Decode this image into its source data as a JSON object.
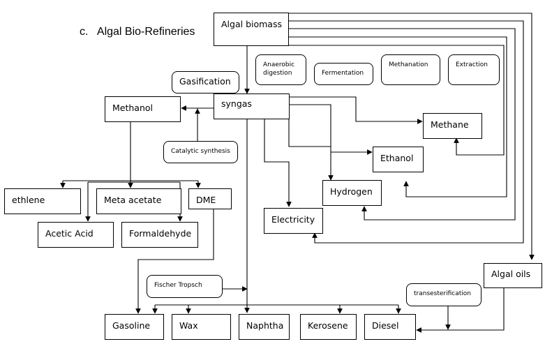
{
  "title": "c.   Algal Bio-Refineries",
  "sources": {
    "algal_biomass": "Algal biomass",
    "syngas": "syngas",
    "algal_oils": "Algal oils"
  },
  "processes": {
    "anaerobic_digestion": "Anaerobic\ndigestion",
    "fermentation": "Fermentation",
    "methanation": "Methanation",
    "extraction": "Extraction",
    "gasification": "Gasification",
    "catalytic_synthesis": "Catalytic synthesis",
    "fischer_tropsch": "Fischer Tropsch",
    "transesterification": "transesterification"
  },
  "products": {
    "methanol": "Methanol",
    "methane": "Methane",
    "ethanol": "Ethanol",
    "hydrogen": "Hydrogen",
    "electricity": "Electricity",
    "ethlene": "ethlene",
    "meta_acetate": "Meta acetate",
    "dme": "DME",
    "acetic_acid": "Acetic Acid",
    "formaldehyde": "Formaldehyde",
    "gasoline": "Gasoline",
    "wax": "Wax",
    "naphtha": "Naphtha",
    "kerosene": "Kerosene",
    "diesel": "Diesel"
  }
}
